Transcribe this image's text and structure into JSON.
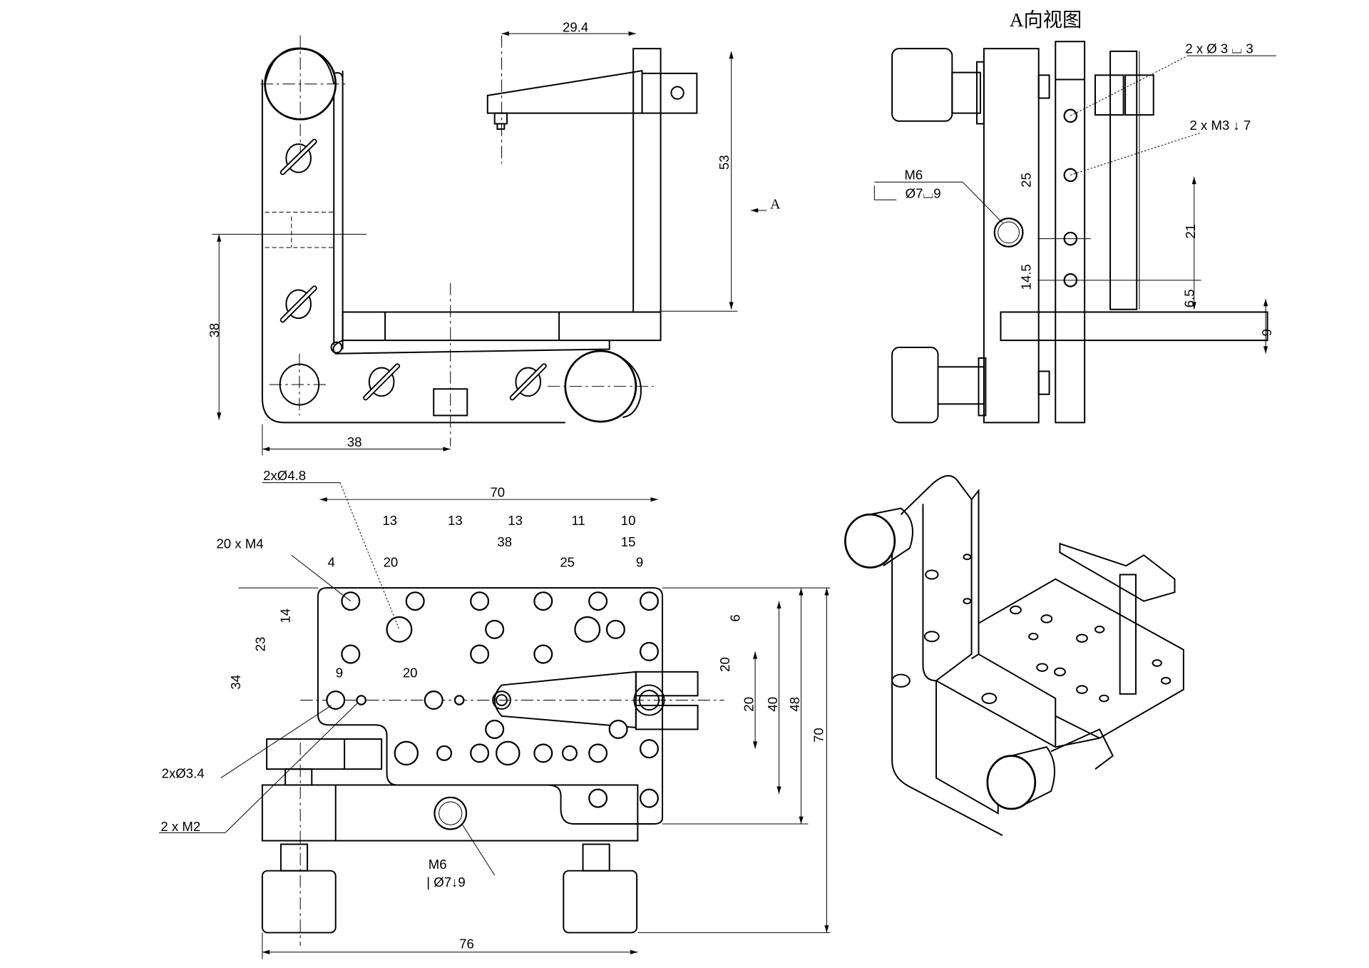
{
  "drawing": {
    "title_view_a": "A向视图",
    "view_arrow_label": "A",
    "top_left_view": {
      "dims": {
        "arm_offset": "29.4",
        "height": "53",
        "left_height": "38",
        "bottom_width": "38"
      }
    },
    "view_a": {
      "callouts": {
        "hole_a": "2 x Ø 3 ⌴ 3",
        "hole_b": "2 x  M3 ↓ 7",
        "m6_label": "M6",
        "m6_spec": "Ø7⌴9"
      },
      "dims": {
        "d25": "25",
        "d21": "21",
        "d14_5": "14.5",
        "d6_5": "6.5",
        "d6": "6"
      }
    },
    "bottom_left_view": {
      "callouts": {
        "hole_48": "2xØ4.8",
        "m4": "20 x  M4",
        "hole_34": "2xØ3.4",
        "m2": "2 x  M2",
        "m6_label": "M6",
        "m6_spec": "| Ø7↓9"
      },
      "top_dims": {
        "overall": "70",
        "row1": [
          "13",
          "13",
          "13",
          "11",
          "10"
        ],
        "row2": [
          "38",
          "15"
        ],
        "row3": [
          "4",
          "20",
          "25",
          "9"
        ]
      },
      "left_dims": {
        "d14": "14",
        "d23": "23",
        "d34": "34",
        "d9": "9",
        "d20": "20"
      },
      "right_dims": {
        "d9": "9",
        "d20a": "20",
        "d20b": "20",
        "d40": "40",
        "d48": "48",
        "d70": "70"
      },
      "bottom_dim": "76"
    }
  }
}
